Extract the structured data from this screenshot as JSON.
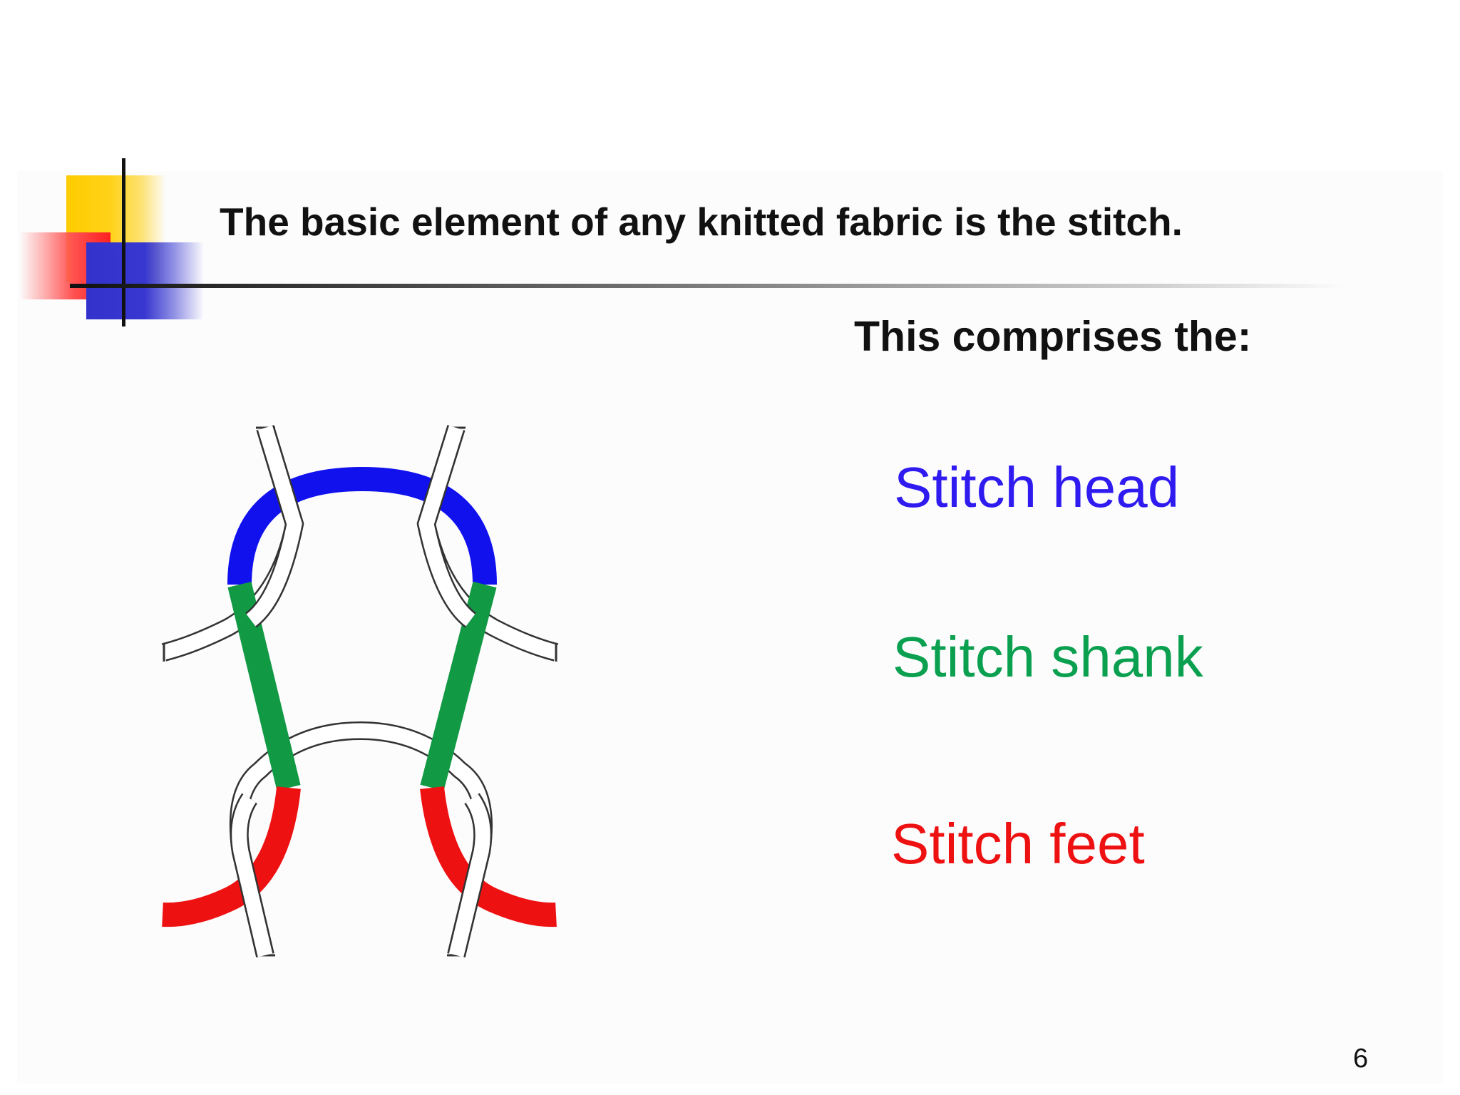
{
  "slide": {
    "title": "The basic element of any knitted fabric is the stitch.",
    "subtitle": "This comprises the:",
    "page_number": "6"
  },
  "parts": [
    {
      "label": "Stitch head",
      "color": "#2f1bf0"
    },
    {
      "label": "Stitch shank",
      "color": "#0aa050"
    },
    {
      "label": "Stitch feet",
      "color": "#ee1111"
    }
  ],
  "diagram": {
    "loop_colors": {
      "head": "#1111ee",
      "shank": "#119944",
      "feet": "#ee1111",
      "yarn_outline": "#333333",
      "yarn_fill": "#ffffff"
    }
  },
  "decoration_colors": {
    "yellow": "#ffcc00",
    "red": "#ff2020",
    "blue": "#3333cc"
  }
}
